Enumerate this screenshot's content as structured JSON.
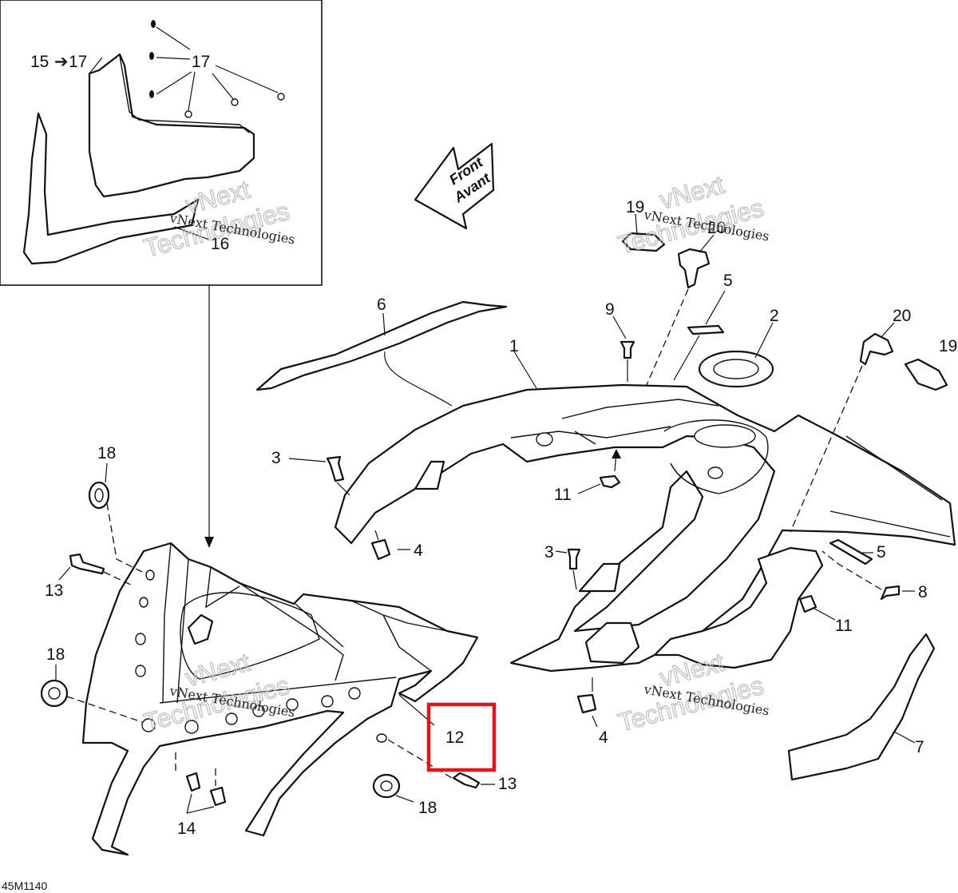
{
  "diagram": {
    "drawing_code": "45M1140",
    "direction_arrow": {
      "line1": "Front",
      "line2": "Avant"
    },
    "watermark": {
      "small": "vNext Technologies",
      "big1": "vNext",
      "big2": "Technologies"
    },
    "highlight_color": "#e0161b",
    "highlighted_part": "12",
    "callouts": {
      "c1": "1",
      "c2": "2",
      "c3a": "3",
      "c3b": "3",
      "c4a": "4",
      "c4b": "4",
      "c5a": "5",
      "c5b": "5",
      "c6": "6",
      "c7": "7",
      "c8": "8",
      "c9": "9",
      "c11a": "11",
      "c11b": "11",
      "c12": "12",
      "c13a": "13",
      "c13b": "13",
      "c14": "14",
      "c15": "15",
      "c16": "16",
      "c17a": "17",
      "c17b": "17",
      "c18a": "18",
      "c18b": "18",
      "c18c": "18",
      "c19a": "19",
      "c19b": "19",
      "c20a": "20",
      "c20b": "20"
    }
  }
}
